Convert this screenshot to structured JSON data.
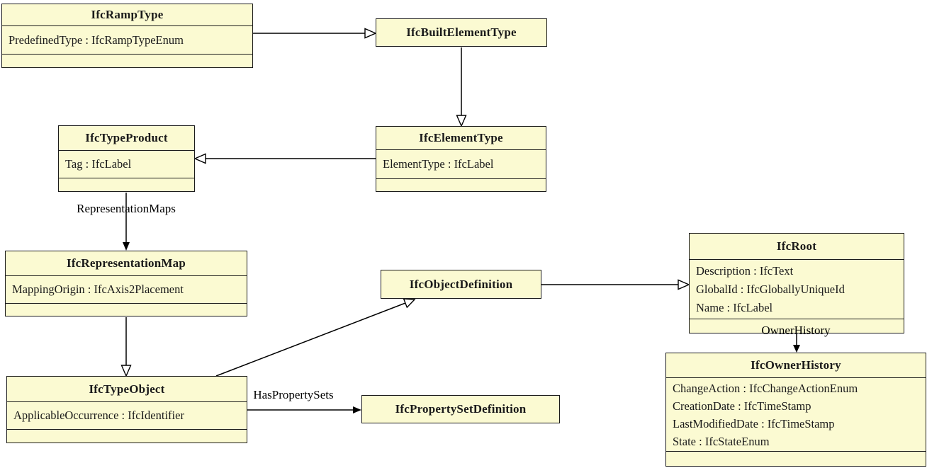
{
  "diagram": {
    "title": "IFC type-object class diagram",
    "colors": {
      "class_fill": "#FBFAD2",
      "class_border": "#1b1b1b",
      "edge_stroke": "#000000",
      "background": "#ffffff"
    }
  },
  "classes": [
    {
      "name": "IfcRampType",
      "attributes": [
        "PredefinedType : IfcRampTypeEnum"
      ]
    },
    {
      "name": "IfcBuiltElementType",
      "attributes": []
    },
    {
      "name": "IfcElementType",
      "attributes": [
        "ElementType : IfcLabel"
      ]
    },
    {
      "name": "IfcTypeProduct",
      "attributes": [
        "Tag : IfcLabel"
      ]
    },
    {
      "name": "IfcRepresentationMap",
      "attributes": [
        "MappingOrigin : IfcAxis2Placement"
      ]
    },
    {
      "name": "IfcTypeObject",
      "attributes": [
        "ApplicableOccurrence : IfcIdentifier"
      ]
    },
    {
      "name": "IfcObjectDefinition",
      "attributes": []
    },
    {
      "name": "IfcPropertySetDefinition",
      "attributes": []
    },
    {
      "name": "IfcRoot",
      "attributes": [
        "Description : IfcText",
        "GlobalId : IfcGloballyUniqueId",
        "Name : IfcLabel"
      ]
    },
    {
      "name": "IfcOwnerHistory",
      "attributes": [
        "ChangeAction : IfcChangeActionEnum",
        "CreationDate : IfcTimeStamp",
        "LastModifiedDate : IfcTimeStamp",
        "State : IfcStateEnum"
      ]
    }
  ],
  "edge_labels": {
    "representation_maps": "RepresentationMaps",
    "has_property_sets": "HasPropertySets",
    "owner_history": "OwnerHistory"
  }
}
